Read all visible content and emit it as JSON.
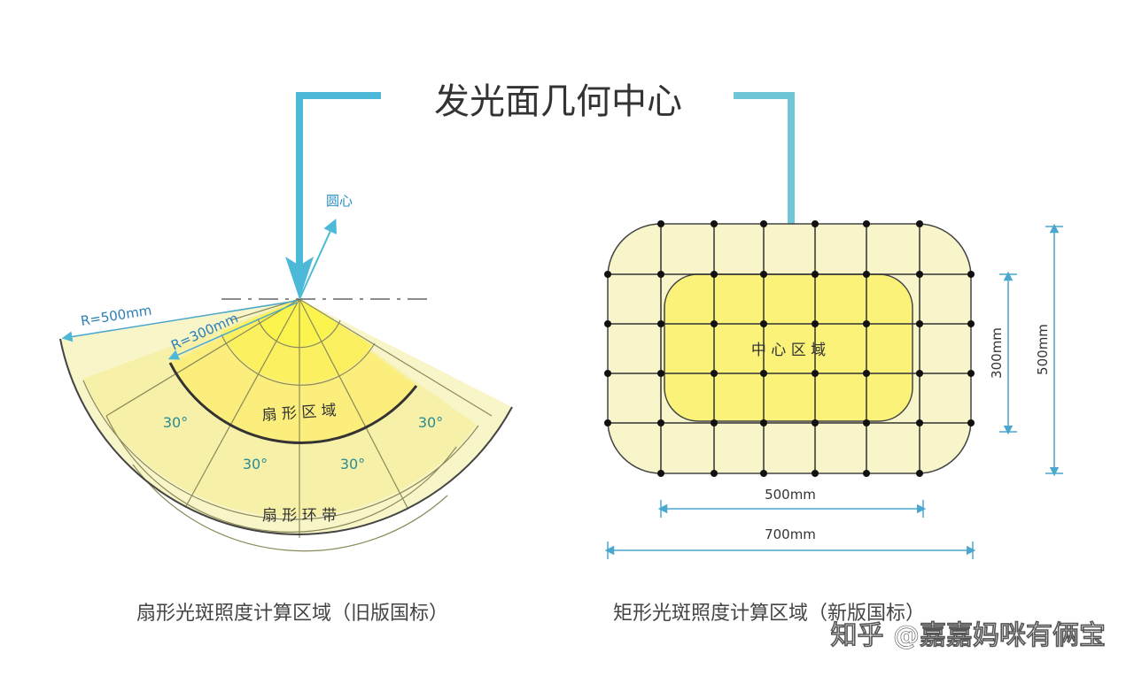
{
  "title": "发光面几何中心",
  "colors": {
    "arrow": "#4cb9d8",
    "arrow_light": "#6fd2c8",
    "yellow_core": "#fbf27a",
    "yellow_mid": "#f9f3a6",
    "yellow_outer": "#f8f5c8",
    "grid": "#5a5a3a",
    "dim_line": "#4aa7cf"
  },
  "left_diagram": {
    "center_label": "圆心",
    "r_outer_label": "R=500mm",
    "r_inner_label": "R=300mm",
    "sector_label": "扇 形 区 域",
    "ring_label": "扇 形 环 带",
    "angle_labels": [
      "30°",
      "30°",
      "30°",
      "30°"
    ],
    "caption": "扇形光斑照度计算区域（旧版国标）"
  },
  "right_diagram": {
    "center_label": "中 心 区 域",
    "dim_inner_width": "500mm",
    "dim_outer_width": "700mm",
    "dim_inner_height": "300mm",
    "dim_outer_height": "500mm",
    "caption": "矩形光斑照度计算区域（新版国标）"
  },
  "watermark": "知乎 @嘉嘉妈咪有俩宝"
}
